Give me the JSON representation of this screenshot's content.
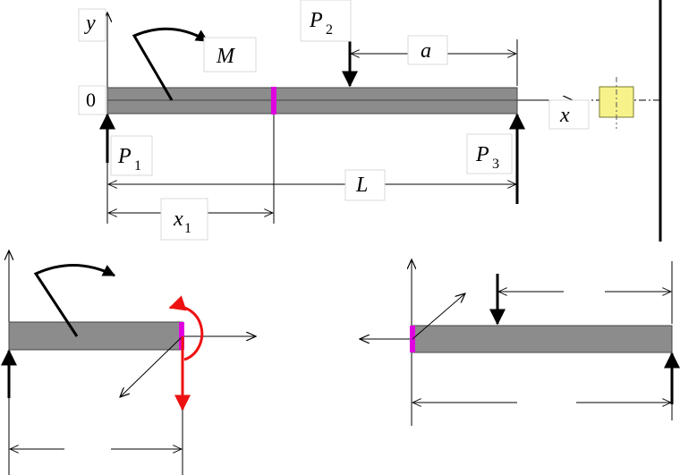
{
  "labels": {
    "y_axis": "y",
    "moment": "M",
    "p2": "P",
    "p2_sub": "2",
    "dist_a": "a",
    "origin": "0",
    "x_axis": "x",
    "p1": "P",
    "p1_sub": "1",
    "p3": "P",
    "p3_sub": "3",
    "length": "L",
    "x1": "x",
    "x1_sub": "1"
  },
  "colors": {
    "beam_fill": "#8c8c8c",
    "beam_stroke": "#444444",
    "cut_section": "#e000e0",
    "internal_forces": "#ee1111",
    "support_fill": "#f7f28a",
    "support_stroke": "#7a7a30"
  }
}
